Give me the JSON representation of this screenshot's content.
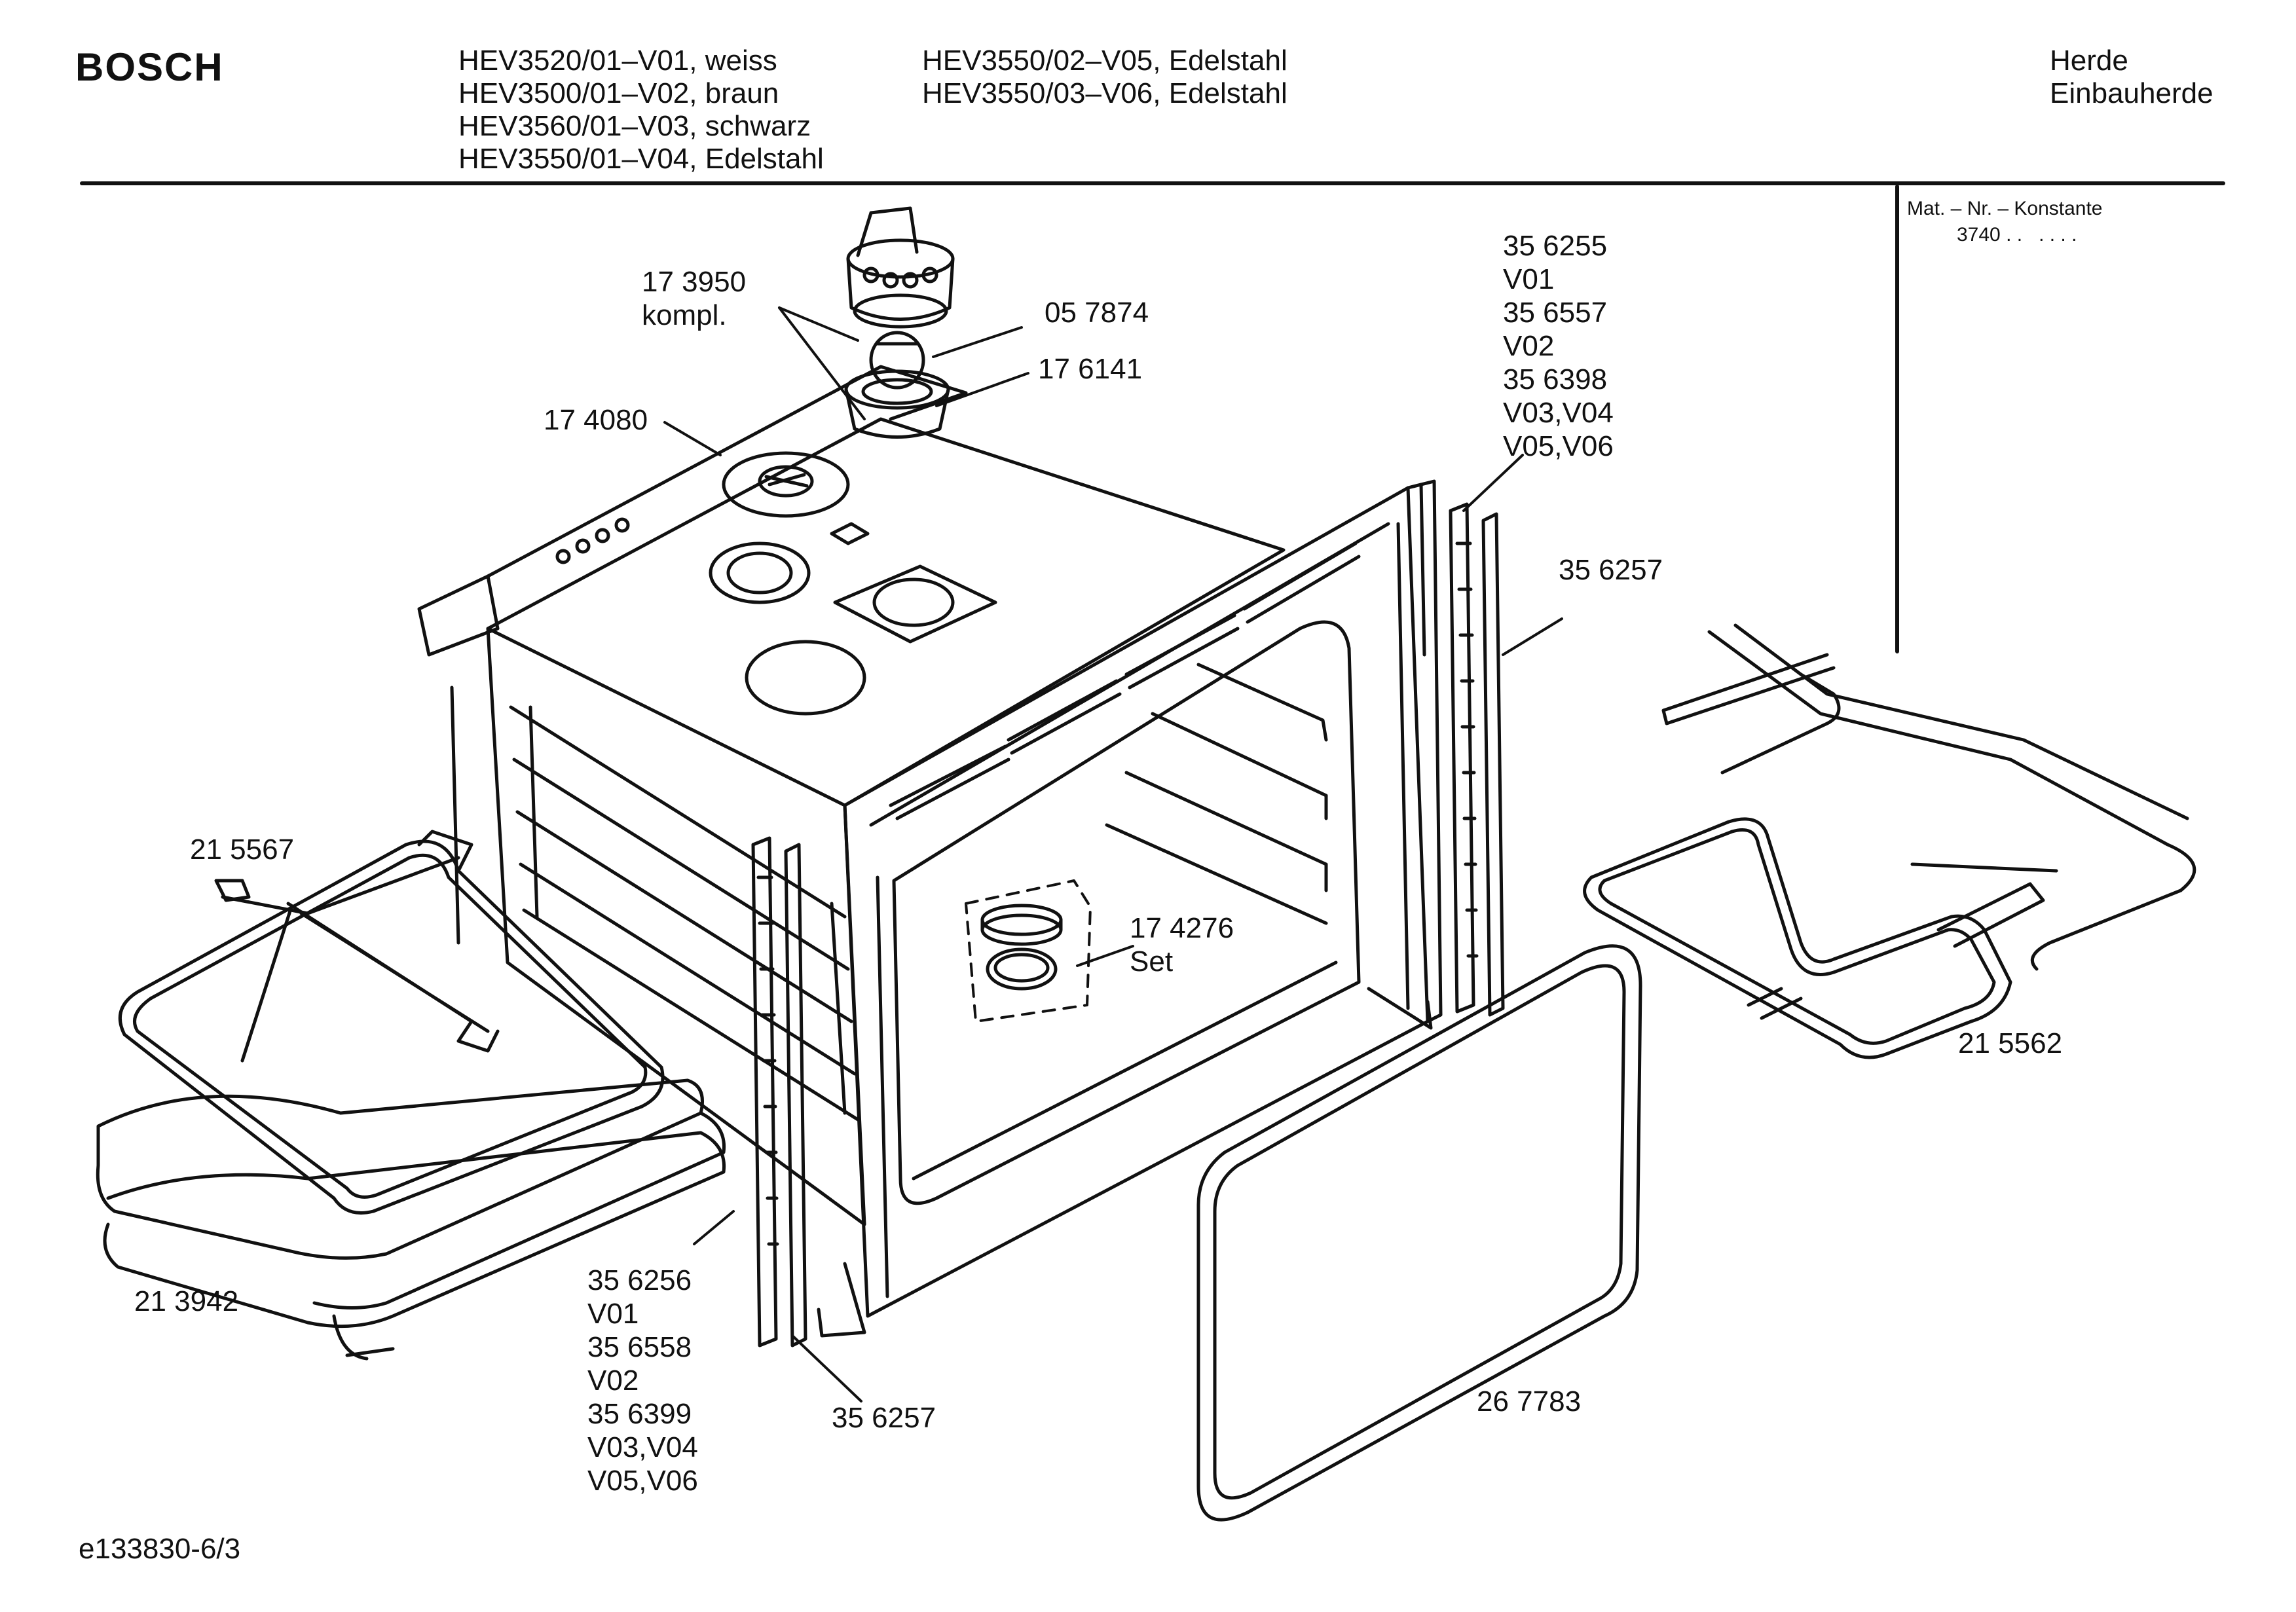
{
  "header": {
    "brand": "BOSCH",
    "models_left": [
      "HEV3520/01–V01, weiss",
      "HEV3500/01–V02, braun",
      "HEV3560/01–V03, schwarz",
      "HEV3550/01–V04, Edelstahl"
    ],
    "models_right": [
      "HEV3550/02–V05, Edelstahl",
      "HEV3550/03–V06, Edelstahl"
    ],
    "category": [
      "Herde",
      "Einbauherde"
    ]
  },
  "sidebar": {
    "title": "Mat. – Nr. – Konstante",
    "value": "3740 . .   . . . ."
  },
  "parts": {
    "p173950": [
      "17 3950",
      "kompl."
    ],
    "p057874": "05 7874",
    "p176141": "17 6141",
    "p174080": "17 4080",
    "p356255": [
      "35 6255",
      "V01",
      "35 6557",
      "V02",
      "35 6398",
      "V03,V04",
      "V05,V06"
    ],
    "p356257_top": "35 6257",
    "p215567": "21 5567",
    "p174276": [
      "17 4276",
      "Set"
    ],
    "p215562": "21 5562",
    "p213942": "21 3942",
    "p356256": [
      "35 6256",
      "V01",
      "35 6558",
      "V02",
      "35 6399",
      "V03,V04",
      "V05,V06"
    ],
    "p356257_bottom": "35 6257",
    "p267783": "26 7783"
  },
  "footer": {
    "drawing_id": "e133830-6/3"
  }
}
